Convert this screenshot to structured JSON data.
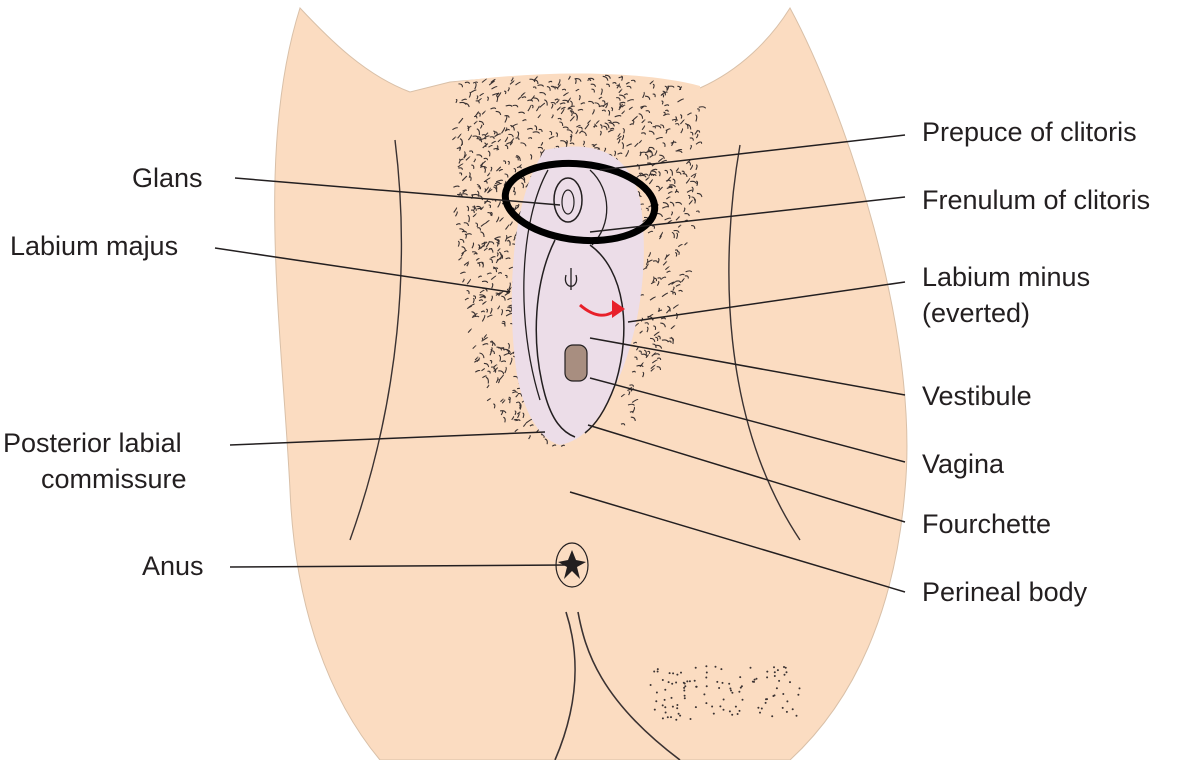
{
  "colors": {
    "skin": "#fbdcc1",
    "vestibule": "#ecdde8",
    "hair": "#3a3232",
    "line": "#231f20",
    "highlight_ring": "#000000",
    "arrow": "#e8202a",
    "vaginal_opening": "#a88e80"
  },
  "labels": {
    "glans": "Glans",
    "labium_majus": "Labium majus",
    "posterior_labial_commissure_line1": "Posterior labial",
    "posterior_labial_commissure_line2": "commissure",
    "anus": "Anus",
    "prepuce_of_clitoris": "Prepuce of clitoris",
    "frenulum_of_clitoris": "Frenulum of clitoris",
    "labium_minus_line1": "Labium minus",
    "labium_minus_line2": "(everted)",
    "vestibule": "Vestibule",
    "vagina": "Vagina",
    "fourchette": "Fourchette",
    "perineal_body": "Perineal body"
  }
}
